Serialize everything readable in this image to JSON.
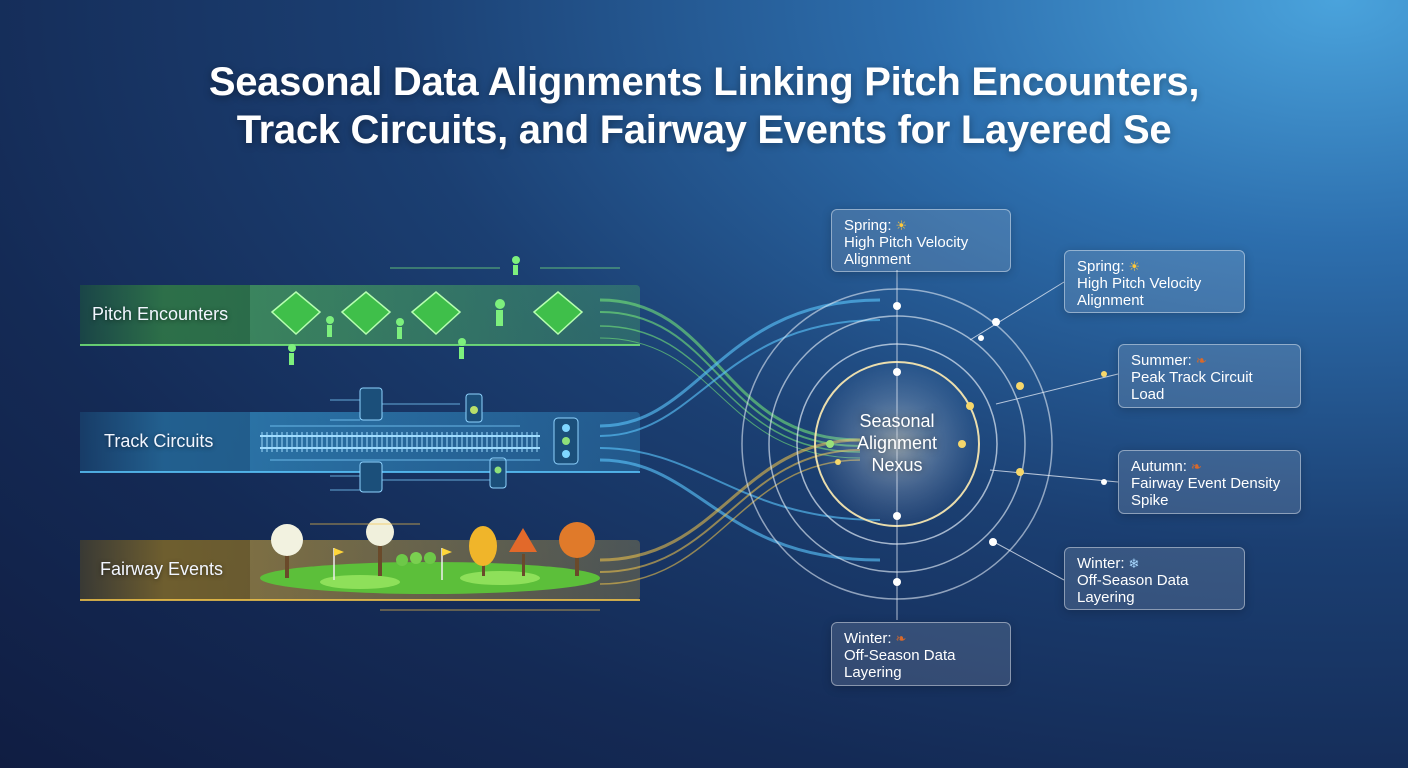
{
  "title": {
    "line1": "Seasonal Data Alignments Linking Pitch Encounters,",
    "line2": "Track Circuits, and Fairway Events for Layered Se"
  },
  "bands": [
    {
      "label": "Pitch Encounters",
      "color": "#5fd65a"
    },
    {
      "label": "Track Circuits",
      "color": "#3fb6f0"
    },
    {
      "label": "Fairway Events",
      "color": "#e8b634"
    }
  ],
  "nexus": {
    "line1": "Seasonal",
    "line2": "Alignment",
    "line3": "Nexus"
  },
  "cards": [
    {
      "season": "Spring:",
      "icon": "sun-icon",
      "line1": "High Pitch Velocity",
      "line2": "Alignment"
    },
    {
      "season": "Spring:",
      "icon": "sun-icon",
      "line1": "High Pitch Velocity",
      "line2": "Alignment"
    },
    {
      "season": "Summer:",
      "icon": "leaf-icon",
      "line1": "Peak Track Circuit",
      "line2": "Load"
    },
    {
      "season": "Autumn:",
      "icon": "leaf-icon",
      "line1": "Fairway Event Density",
      "line2": "Spike"
    },
    {
      "season": "Winter:",
      "icon": "snowflake-icon",
      "line1": "Off-Season Data",
      "line2": "Layering"
    },
    {
      "season": "Winter:",
      "icon": "leaf-icon",
      "line1": "Off-Season Data",
      "line2": "Layering"
    }
  ],
  "colors": {
    "pitch": "#5fd65a",
    "track": "#3fb6f0",
    "fairway": "#e8b634",
    "nexus_glow": "#fff2c0"
  }
}
